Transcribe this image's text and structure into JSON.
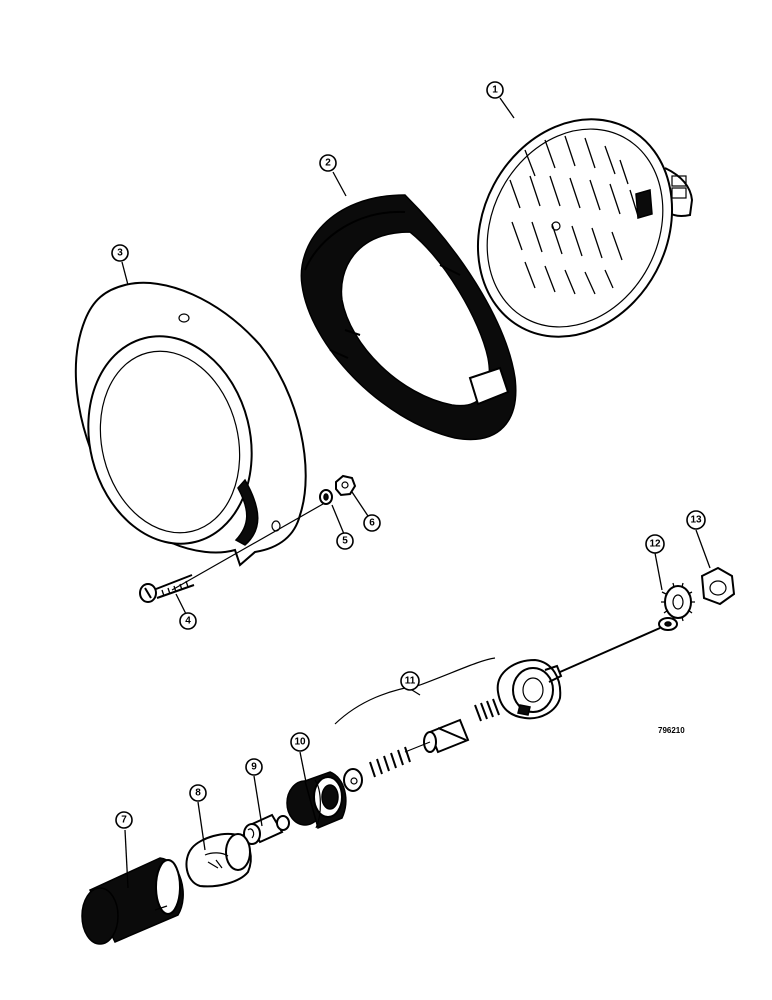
{
  "diagram": {
    "reference_code": "796210",
    "callouts": [
      {
        "id": "callout-1",
        "label": "1"
      },
      {
        "id": "callout-2",
        "label": "2"
      },
      {
        "id": "callout-3",
        "label": "3"
      },
      {
        "id": "callout-4",
        "label": "4"
      },
      {
        "id": "callout-5",
        "label": "5"
      },
      {
        "id": "callout-6",
        "label": "6"
      },
      {
        "id": "callout-7",
        "label": "7"
      },
      {
        "id": "callout-8",
        "label": "8"
      },
      {
        "id": "callout-9",
        "label": "9"
      },
      {
        "id": "callout-10",
        "label": "10"
      },
      {
        "id": "callout-11",
        "label": "11"
      },
      {
        "id": "callout-12",
        "label": "12"
      },
      {
        "id": "callout-13",
        "label": "13"
      }
    ]
  }
}
